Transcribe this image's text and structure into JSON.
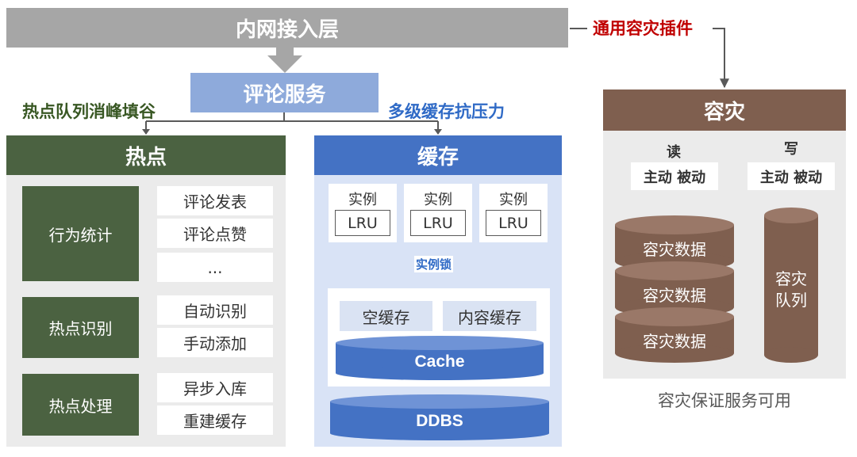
{
  "top_layer": {
    "title": "内网接入层",
    "plugin": "通用容灾插件"
  },
  "comment_service": "评论服务",
  "captions": {
    "hot": "热点队列消峰填谷",
    "cache": "多级缓存抗压力"
  },
  "hot": {
    "title": "热点",
    "stages": [
      "行为统计",
      "热点识别",
      "热点处理"
    ],
    "stage_items": [
      [
        "评论发表",
        "评论点赞",
        "..."
      ],
      [
        "自动识别",
        "手动添加"
      ],
      [
        "异步入库",
        "重建缓存"
      ]
    ]
  },
  "cache": {
    "title": "缓存",
    "instance_label": "实例",
    "lru_label": "LRU",
    "instance_count": 3,
    "lock_label": "实例锁",
    "empty_cache": "空缓存",
    "content_cache": "内容缓存",
    "cache_db": "Cache",
    "ddbs": "DDBS"
  },
  "dr": {
    "title": "容灾",
    "read_label": "读",
    "write_label": "写",
    "active_passive": "主动 被动",
    "data_label": "容灾数据",
    "queue_label_1": "容灾",
    "queue_label_2": "队列",
    "footer": "容灾保证服务可用"
  },
  "colors": {
    "gray": "#a6a6a6",
    "service_blue": "#8eaadb",
    "hot_green": "#4b6241",
    "cache_blue": "#4472c4",
    "dr_brown": "#7f5f4f",
    "plugin_red": "#c00000"
  }
}
